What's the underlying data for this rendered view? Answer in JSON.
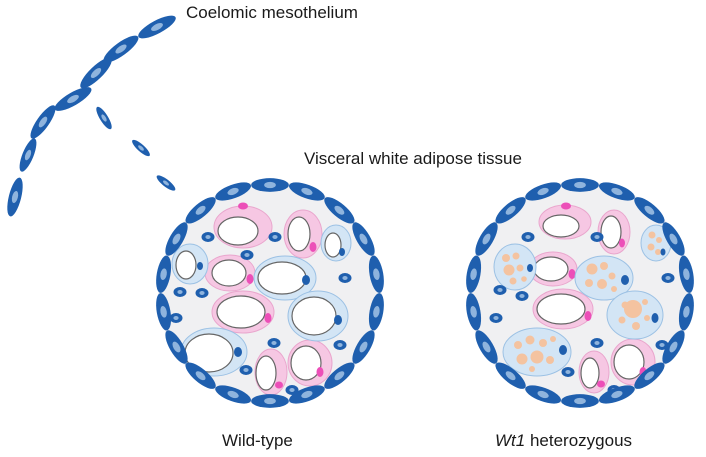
{
  "labels": {
    "mesothelium": "Coelomic mesothelium",
    "tissue": "Visceral white adipose tissue",
    "wildtype": "Wild-type",
    "mutant_gene": "Wt1",
    "mutant_suffix": " heterozygous"
  },
  "colors": {
    "mesothelial_cell": "#1f5fae",
    "nucleus": "#8fb4dd",
    "tissue_background": "#f0f0f2",
    "pink_cell": "#f6c7e3",
    "pink_nucleus": "#ec4fb8",
    "blue_cell": "#d3e5f5",
    "lipid_droplet": "#f4c3a0"
  }
}
